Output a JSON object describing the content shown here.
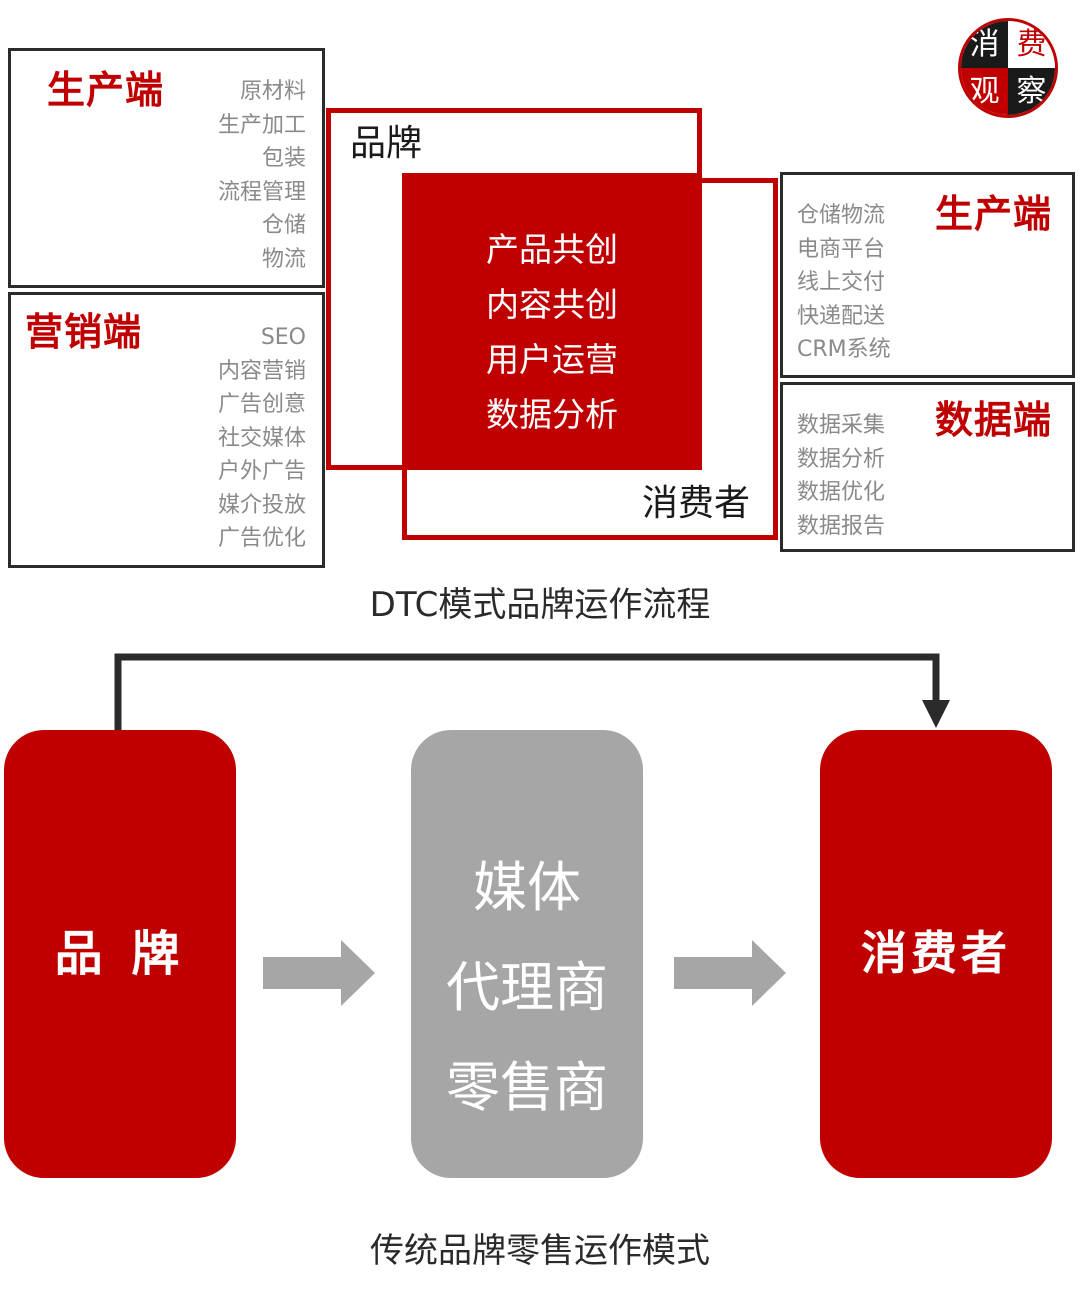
{
  "logo": {
    "chars": [
      "消",
      "费",
      "观",
      "察"
    ]
  },
  "dtc": {
    "production_left": {
      "title": "生产端",
      "items": [
        "原材料",
        "生产加工",
        "包装",
        "流程管理",
        "仓储",
        "物流"
      ]
    },
    "marketing": {
      "title": "营销端",
      "items": [
        "SEO",
        "内容营销",
        "广告创意",
        "社交媒体",
        "户外广告",
        "媒介投放",
        "广告优化"
      ]
    },
    "brand_label": "品牌",
    "consumer_label": "消费者",
    "core_items": [
      "产品共创",
      "内容共创",
      "用户运营",
      "数据分析"
    ],
    "production_right": {
      "title": "生产端",
      "items": [
        "仓储物流",
        "电商平台",
        "线上交付",
        "快递配送",
        "CRM系统"
      ]
    },
    "data_end": {
      "title": "数据端",
      "items": [
        "数据采集",
        "数据分析",
        "数据优化",
        "数据报告"
      ]
    },
    "caption": "DTC模式品牌运作流程"
  },
  "traditional": {
    "brand": "品 牌",
    "middle": [
      "媒体",
      "代理商",
      "零售商"
    ],
    "consumer": "消费者",
    "caption": "传统品牌零售运作模式"
  },
  "colors": {
    "accent": "#c00000",
    "gray": "#a6a6a6",
    "arrow": "#a6a6a6",
    "line": "#2b2b2b"
  }
}
